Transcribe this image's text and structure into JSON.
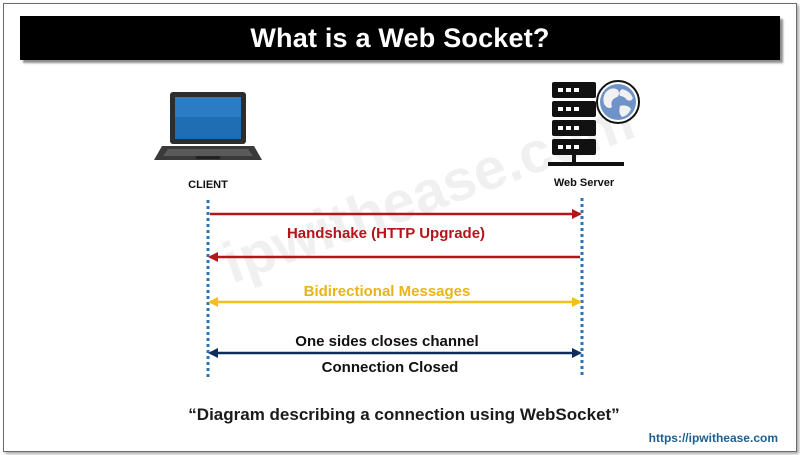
{
  "title": "What is a Web Socket?",
  "client": {
    "label": "CLIENT",
    "icon": "laptop-icon"
  },
  "server": {
    "label": "Web Server",
    "icon": "server-globe-icon"
  },
  "messages": [
    {
      "label": "Handshake (HTTP Upgrade)",
      "direction": "client-to-server",
      "color": "#b3151b"
    },
    {
      "label": "",
      "direction": "server-to-client",
      "color": "#b3151b"
    },
    {
      "label": "Bidirectional Messages",
      "direction": "both",
      "color": "#f3c01a"
    },
    {
      "label": "One sides closes channel",
      "direction": "both",
      "color": "#0f2b5b"
    }
  ],
  "closed_label": "Connection Closed",
  "caption": "“Diagram describing a connection using WebSocket”",
  "website": "https://ipwithease.com",
  "watermark": "ipwithease.com",
  "colors": {
    "lifeline": "#2e74b5",
    "handshake": "#b3151b",
    "bidirectional": "#f3c01a",
    "close": "#0f2b5b"
  }
}
